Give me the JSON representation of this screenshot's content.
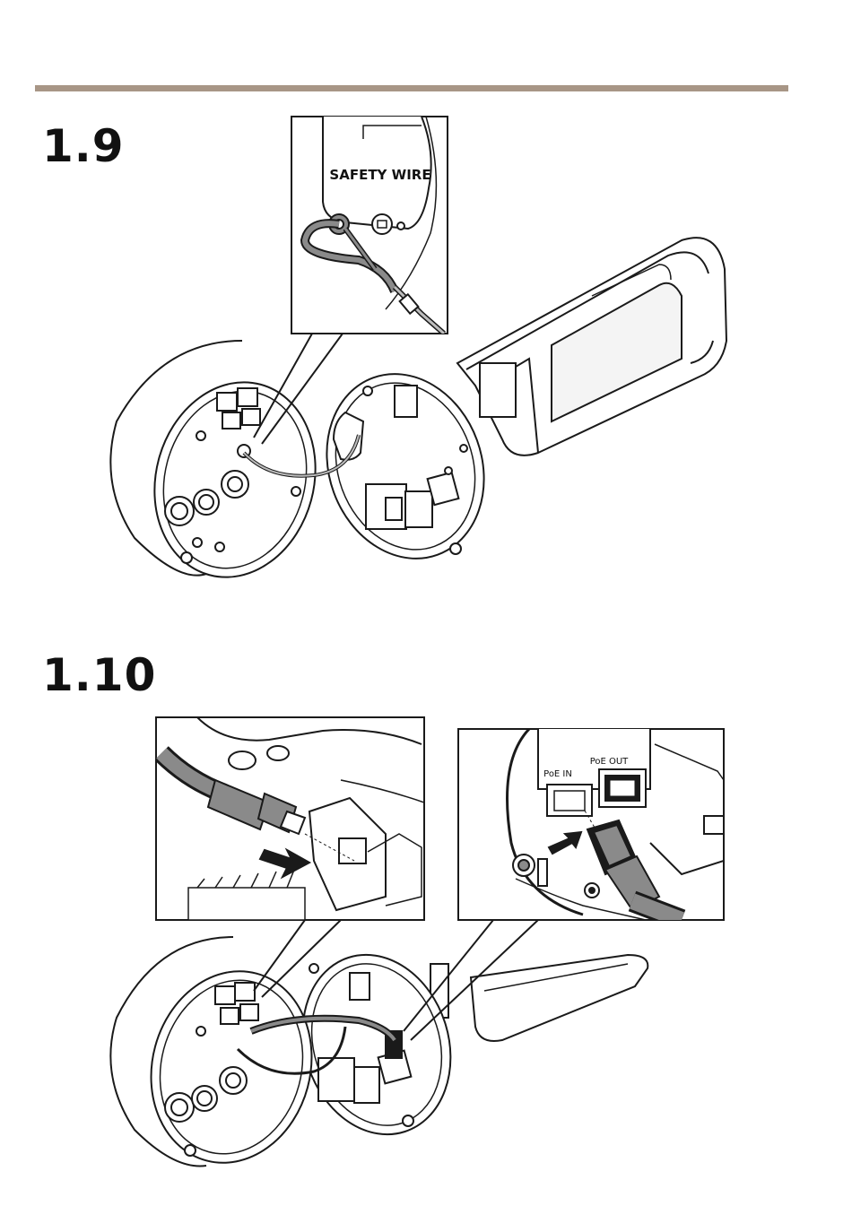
{
  "colors": {
    "rule": "#a89686",
    "line": "#1a1a1a",
    "fill_gray": "#8a8a8a",
    "fill_light": "#e6e6e6"
  },
  "steps": [
    {
      "number": "1.9",
      "callout_label": "SAFETY WIRE"
    },
    {
      "number": "1.10",
      "port_in_label": "PoE IN",
      "port_out_label": "PoE OUT"
    }
  ]
}
